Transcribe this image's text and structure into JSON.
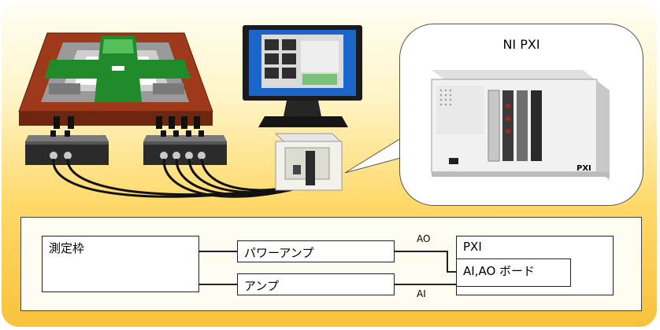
{
  "bubble": {
    "title": "NI PXI"
  },
  "pxi_panel": {
    "caption": "PXI"
  },
  "blocks": {
    "frame_label": "測定枠",
    "power_amp_label": "パワーアンプ",
    "amp_label": "アンプ",
    "pxi_label": "PXI",
    "board_label": "AI,AO ボード"
  },
  "signals": {
    "ao": "AO",
    "ai": "AI"
  },
  "colors": {
    "frame_base": "#9e3a1b",
    "frame_top": "#1f8b2b",
    "bg_top": "#fffef6",
    "bg_bottom": "#f8c23a"
  }
}
